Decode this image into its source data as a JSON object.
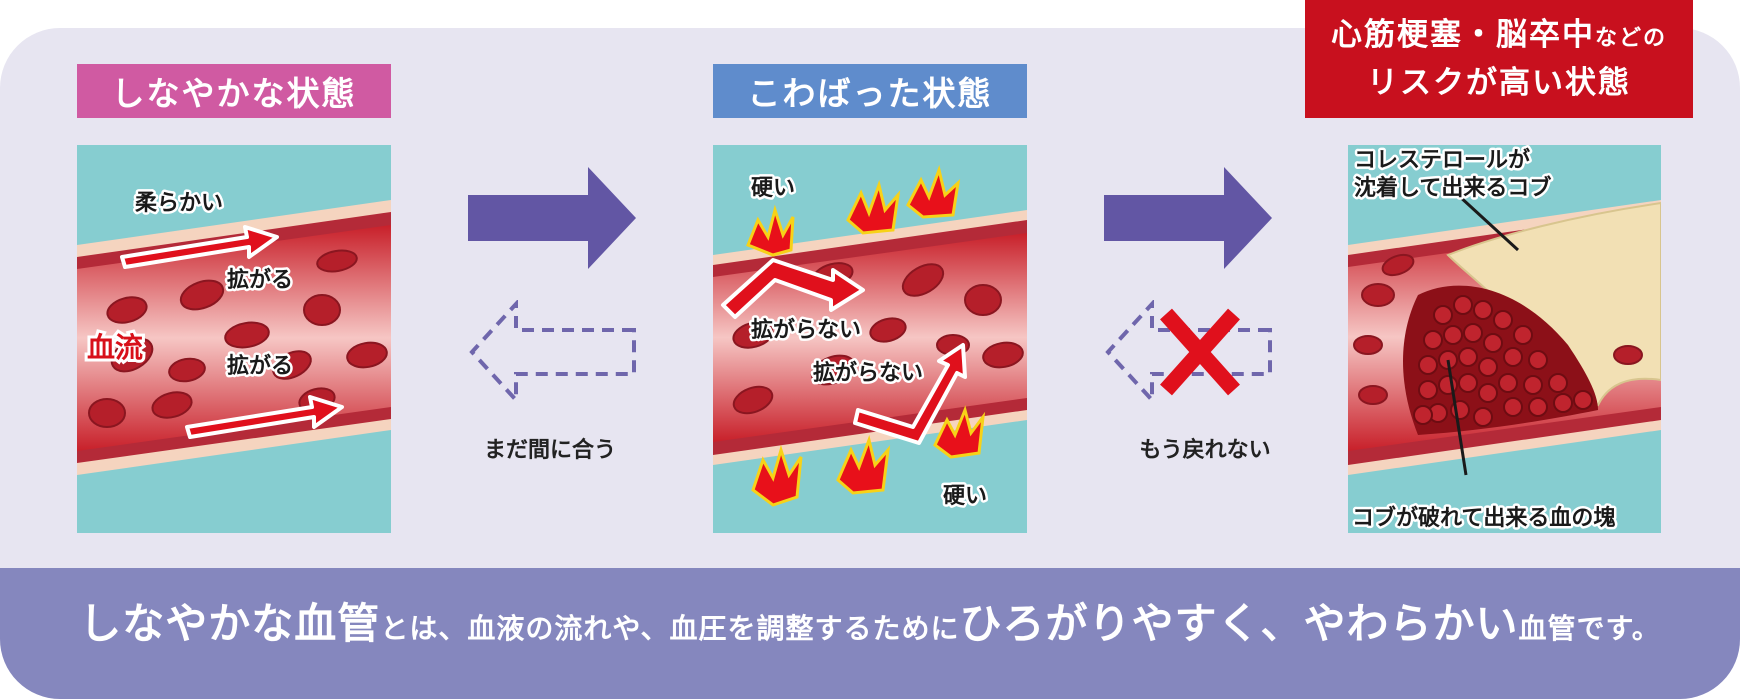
{
  "titles": {
    "supple": "しなやかな状態",
    "stiff": "こわばった状態",
    "risk_line1_main": "心筋梗塞・脳卒中",
    "risk_line1_small": "などの",
    "risk_line2": "リスクが高い状態"
  },
  "scene1": {
    "soft": "柔らかい",
    "expand_top": "拡がる",
    "expand_bottom": "拡がる",
    "blood_flow": "血流"
  },
  "scene2": {
    "hard_top": "硬い",
    "hard_bottom": "硬い",
    "not_expand_1": "拡がらない",
    "not_expand_2": "拡がらない"
  },
  "scene3": {
    "cholesterol_line1": "コレステロールが",
    "cholesterol_line2": "沈着して出来るコブ",
    "clot": "コブが破れて出来る血の塊"
  },
  "transitions": {
    "reversible": "まだ間に合う",
    "irreversible": "もう戻れない"
  },
  "caption": {
    "part1": "しなやかな血管",
    "part2": "とは、血液の流れや、血圧を調整するために",
    "part3": "ひろがりやすく、やわらかい",
    "part4": "血管です。"
  },
  "colors": {
    "background": "#e7e5f1",
    "caption_bar": "#8587be",
    "supple_title": "#d05aa2",
    "stiff_title": "#5f8ccc",
    "risk_title": "#c8101e",
    "arrow": "#6256a4"
  }
}
